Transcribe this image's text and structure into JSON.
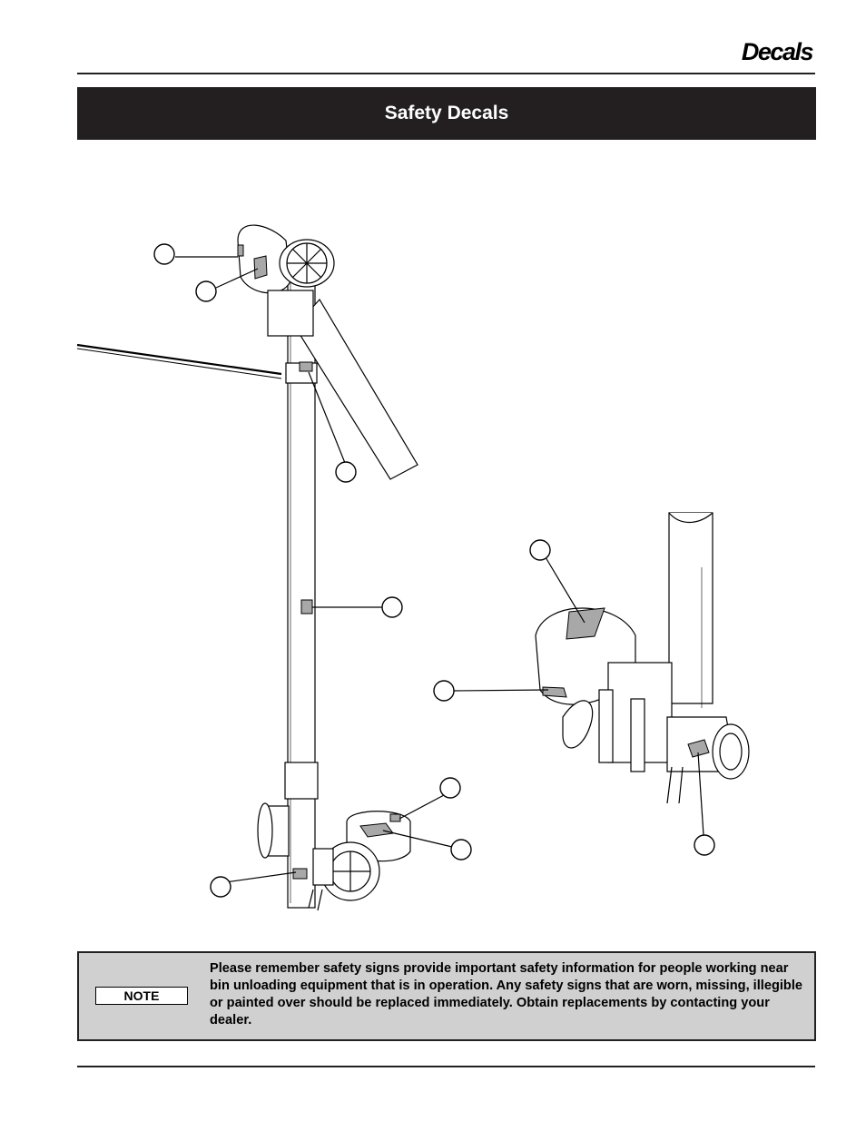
{
  "header": {
    "title": "Decals"
  },
  "banner": {
    "title": "Safety Decals"
  },
  "note": {
    "label": "NOTE",
    "text": "Please remember safety signs provide important safety information for people working near bin unloading equipment that is in operation. Any safety signs that are worn, missing, illegible or painted over should be replaced immediately. Obtain replacements by contacting your dealer."
  },
  "colors": {
    "banner": "#231f20",
    "note_background": "#d0d0d0",
    "decal_fill": "#a8a8a8"
  }
}
